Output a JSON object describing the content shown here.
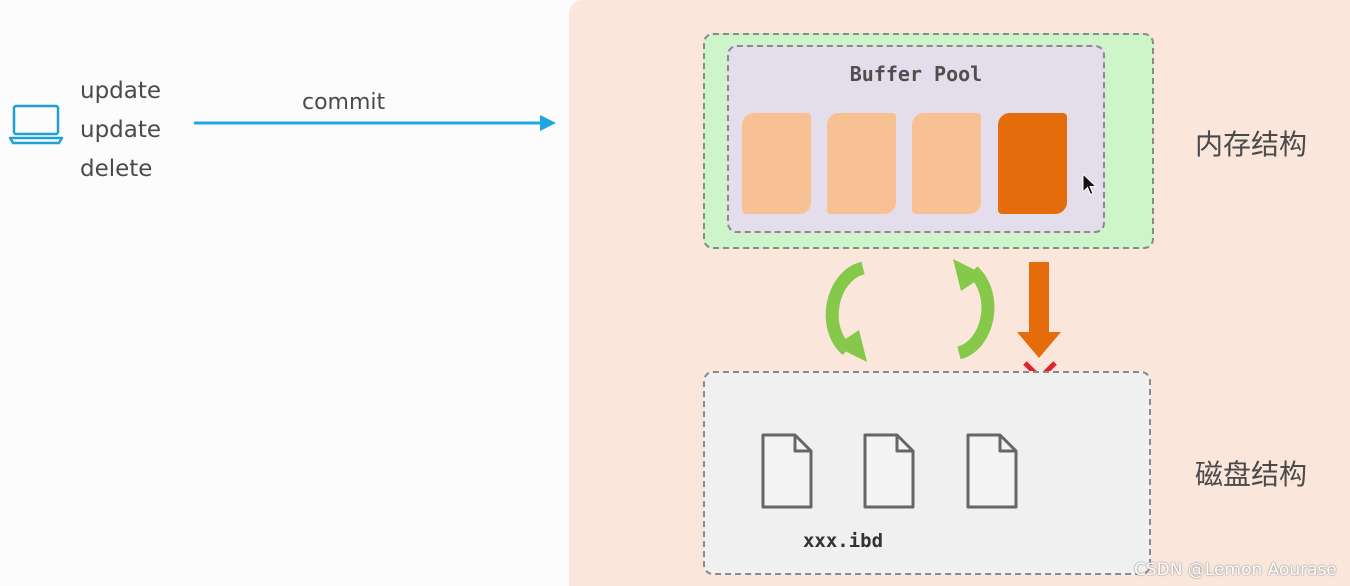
{
  "operations": [
    "update",
    "update",
    "delete"
  ],
  "commit_label": "commit",
  "buffer_pool": {
    "title": "Buffer Pool",
    "pages": [
      {
        "state": "clean",
        "color": "#f8c193"
      },
      {
        "state": "clean",
        "color": "#f8c193"
      },
      {
        "state": "clean",
        "color": "#f8c193"
      },
      {
        "state": "dirty",
        "color": "#e46c0a"
      }
    ]
  },
  "disk": {
    "file_label": "xxx.ibd",
    "file_count": 3
  },
  "labels": {
    "memory": "内存结构",
    "disk": "磁盘结构"
  },
  "watermark": "CSDN @Lemon Aourase",
  "icons": [
    "laptop-icon",
    "commit-arrow",
    "cycle-arrow-left",
    "cycle-arrow-right",
    "flush-down-arrow",
    "cross-mark-icon",
    "file-icon",
    "cursor-icon"
  ],
  "colors": {
    "panel": "#fbe6db",
    "memory_outer": "#cdf5c9",
    "buffer_pool_bg": "#e3ddec",
    "clean_page": "#f8c193",
    "dirty_page": "#e46c0a",
    "commit_arrow": "#1ea5e2",
    "cycle_arrow": "#86c84a",
    "cross": "#e5202b"
  }
}
